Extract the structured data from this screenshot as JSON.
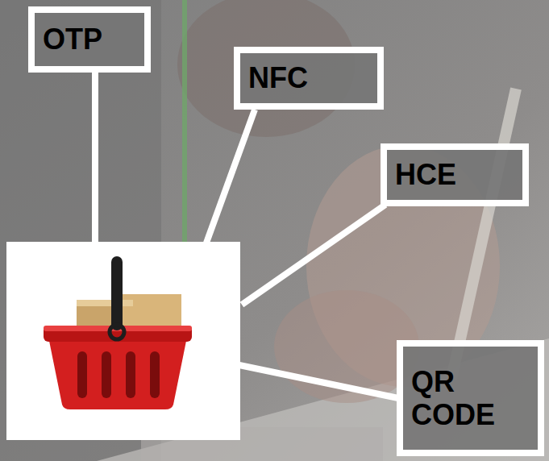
{
  "diagram": {
    "nodes": [
      {
        "text": [
          "OTP"
        ]
      },
      {
        "text": [
          "NFC"
        ]
      },
      {
        "text": [
          "HCE"
        ]
      },
      {
        "text": [
          "QR CODE"
        ]
      }
    ]
  }
}
